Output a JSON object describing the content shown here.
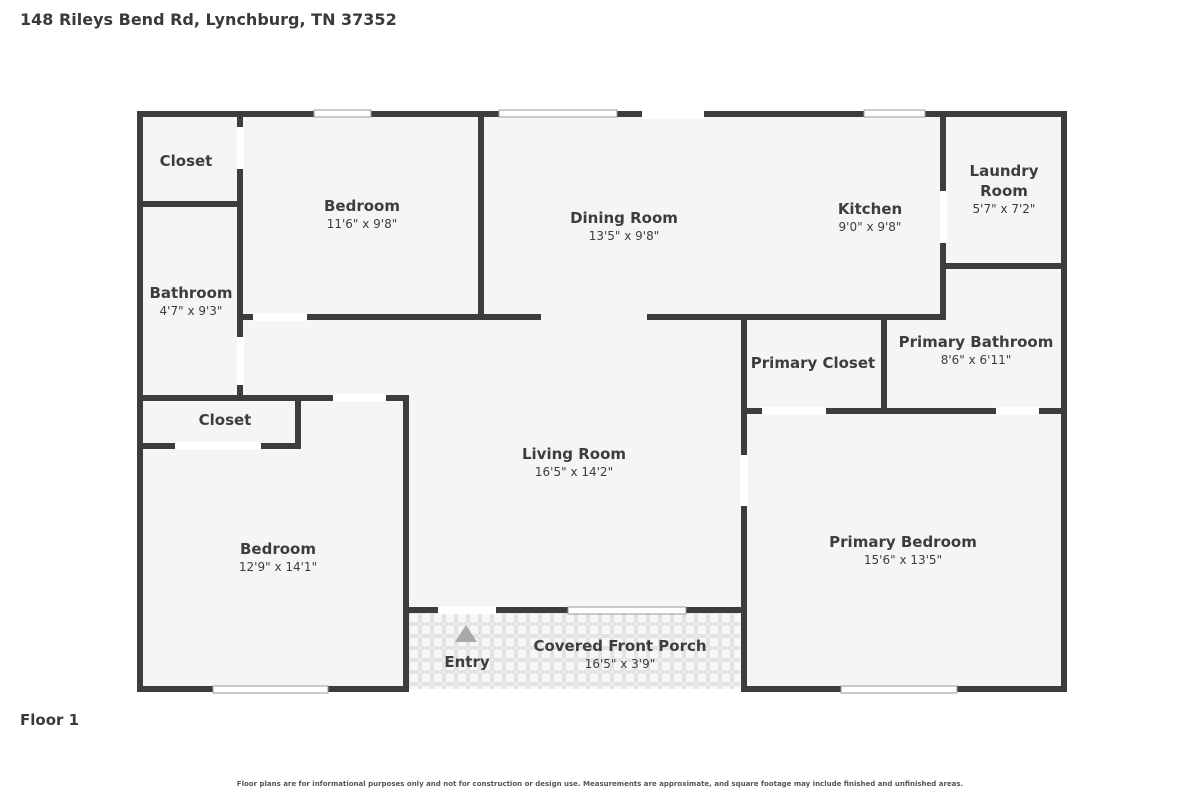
{
  "address": "148 Rileys Bend Rd, Lynchburg, TN 37352",
  "floor_label": "Floor 1",
  "disclaimer": "Floor plans are for informational purposes only and not for construction or design use. Measurements are approximate, and square footage may include finished and unfinished areas.",
  "rooms": {
    "closet_top": {
      "name": "Closet"
    },
    "bedroom_top": {
      "name": "Bedroom",
      "dim": "11'6\" x 9'8\""
    },
    "dining": {
      "name": "Dining Room",
      "dim": "13'5\" x 9'8\""
    },
    "kitchen": {
      "name": "Kitchen",
      "dim": "9'0\" x 9'8\""
    },
    "laundry": {
      "name_line1": "Laundry",
      "name_line2": "Room",
      "dim": "5'7\" x 7'2\""
    },
    "bathroom": {
      "name": "Bathroom",
      "dim": "4'7\" x 9'3\""
    },
    "primary_closet": {
      "name": "Primary Closet"
    },
    "primary_bath": {
      "name": "Primary Bathroom",
      "dim": "8'6\" x 6'11\""
    },
    "closet_mid": {
      "name": "Closet"
    },
    "living": {
      "name": "Living Room",
      "dim": "16'5\" x 14'2\""
    },
    "bedroom_bottom": {
      "name": "Bedroom",
      "dim": "12'9\" x 14'1\""
    },
    "primary_bedroom": {
      "name": "Primary Bedroom",
      "dim": "15'6\" x 13'5\""
    },
    "porch": {
      "name": "Covered Front Porch",
      "dim": "16'5\" x 3'9\""
    },
    "entry": {
      "name": "Entry"
    }
  },
  "colors": {
    "wall": "#3d3d3d",
    "floor": "#f5f5f5",
    "porch": "#eeeeee"
  }
}
